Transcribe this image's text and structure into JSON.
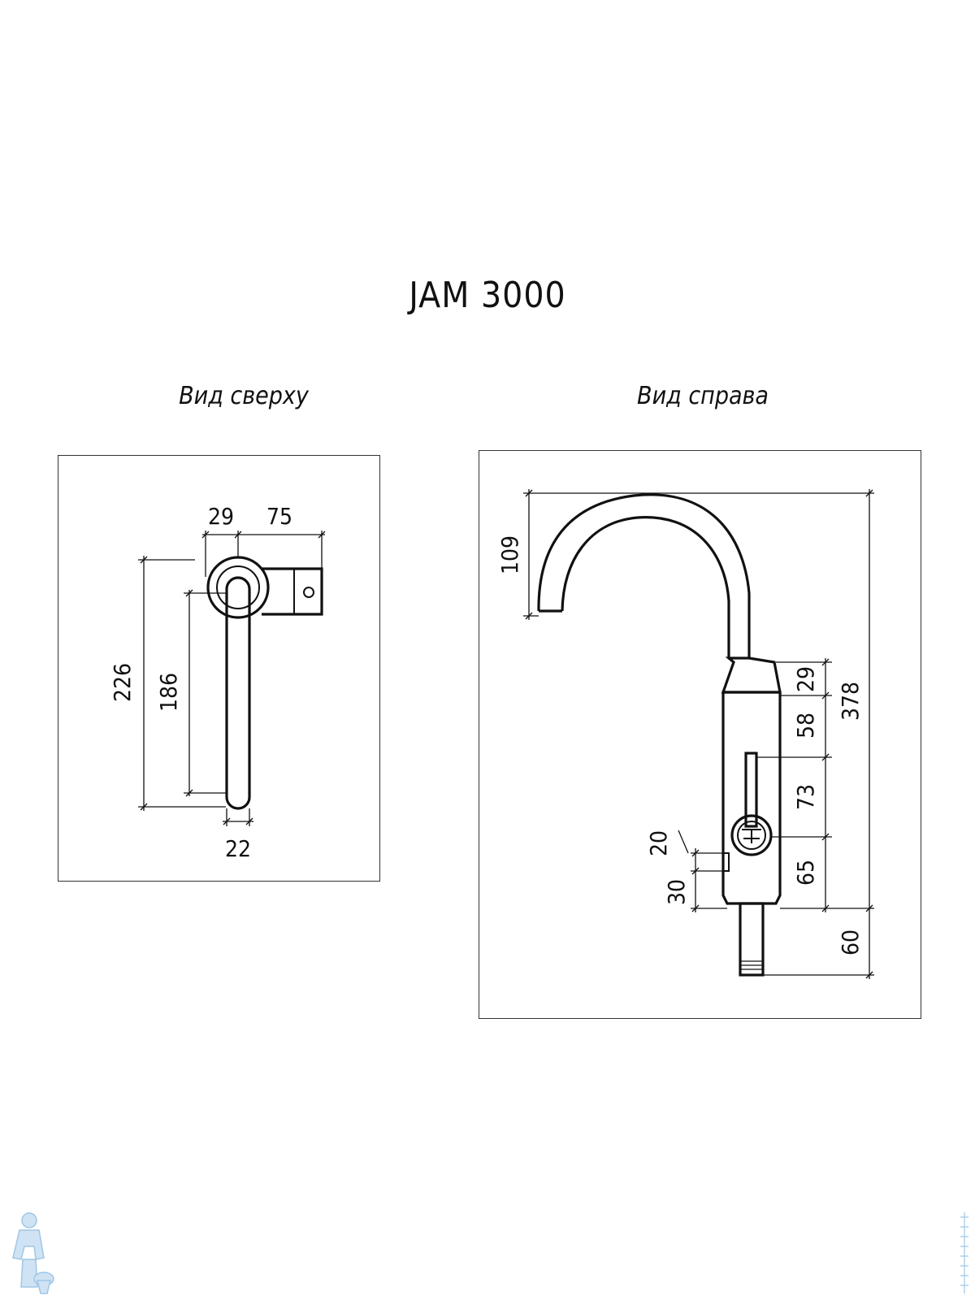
{
  "title": "JAM 3000",
  "views": {
    "top": {
      "label": "Вид сверху",
      "dims": {
        "d29": "29",
        "d75": "75",
        "d226": "226",
        "d186": "186",
        "d22": "22"
      }
    },
    "right": {
      "label": "Вид справа",
      "dims": {
        "d109": "109",
        "d29": "29",
        "d58": "58",
        "d378": "378",
        "d73": "73",
        "d20": "20",
        "d65": "65",
        "d30": "30",
        "d60": "60"
      }
    }
  },
  "colors": {
    "line": "#111111",
    "watermark": "#9fc6e6",
    "background": "#ffffff"
  },
  "icons": {
    "logo_left": "plumber-mascot-icon",
    "logo_right": "vertical-site-mark-icon"
  }
}
